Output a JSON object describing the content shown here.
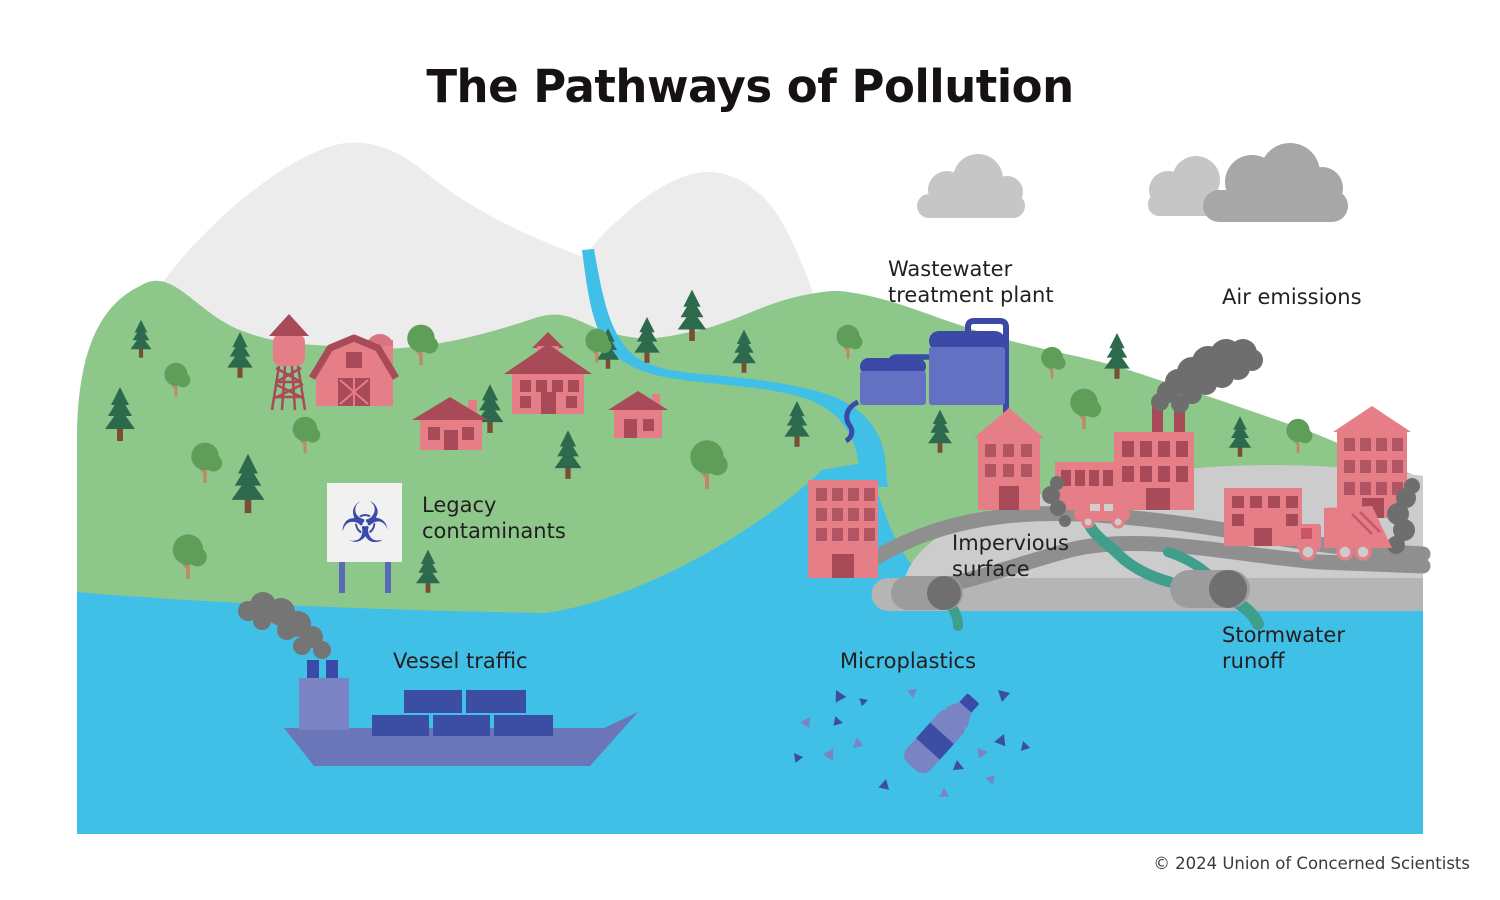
{
  "title": "The Pathways of Pollution",
  "credit": "© 2024 Union of Concerned Scientists",
  "labels": {
    "wastewater": "Wastewater treatment plant",
    "air": "Air emissions",
    "legacy": "Legacy contaminants",
    "impervious": "Impervious surface",
    "vessel": "Vessel traffic",
    "microplastics": "Microplastics",
    "stormwater": "Stormwater runoff"
  },
  "symbols": {
    "biohazard": "☣"
  },
  "scene": {
    "elements": [
      "mountains",
      "river",
      "sea",
      "farm-water-tower",
      "barn",
      "silo",
      "schoolhouse",
      "houses",
      "pine-trees",
      "round-trees",
      "wastewater-tanks",
      "city-buildings",
      "factory-smokestacks",
      "smoke-plume",
      "clouds",
      "impervious-pavement",
      "roads",
      "storm-drain-outfalls",
      "runoff-streams",
      "car",
      "garbage-truck",
      "cargo-ship",
      "ship-smoke",
      "plastic-bottle",
      "plastic-fragments",
      "legacy-contaminants-sign"
    ]
  },
  "colors": {
    "water": "#40BFE7",
    "land": "#8DC88A",
    "mountain": "#ECECEC",
    "building_pink": "#E57E87",
    "building_dark": "#A94A58",
    "tank_blue": "#6470C2",
    "dark_blue": "#3A4AA6",
    "ship_hull": "#6B76B8",
    "smoke": "#757575",
    "pavement": "#CCCCCC",
    "pavement_edge": "#B5B5B5",
    "road": "#8F8F8F",
    "runoff_teal": "#3F9E8C",
    "cloud_light": "#C6C6C6",
    "cloud_dark": "#A7A7A7",
    "pine": "#2D6A4D",
    "tree": "#5F9E58",
    "text": "#231F20"
  }
}
